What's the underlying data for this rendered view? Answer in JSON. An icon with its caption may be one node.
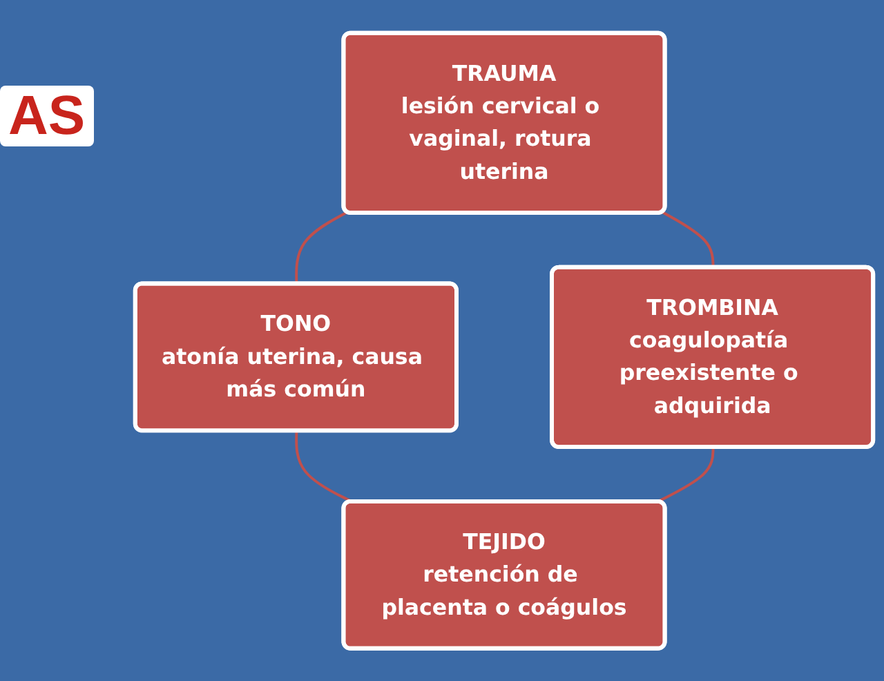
{
  "diagram": {
    "nodes": [
      {
        "text": [
          "TRAUMA",
          "lesión cervical o vaginal, rotura uterina"
        ]
      },
      {
        "text": [
          "TONO",
          "atonía uterina, causa más común"
        ]
      },
      {
        "text": [
          "TEJIDO",
          "retención de placenta o coágulos"
        ]
      },
      {
        "text": [
          "TROMBINA",
          "coagulopatía preexistente o adquirida"
        ]
      }
    ],
    "edges": [
      {
        "from": 0,
        "to": 3,
        "arrow": "none"
      },
      {
        "from": 0,
        "to": 1,
        "arrow": "none"
      },
      {
        "from": 1,
        "to": 2,
        "arrow": "none"
      },
      {
        "from": 3,
        "to": 2,
        "arrow": "none"
      }
    ],
    "labels": [
      "AS"
    ]
  }
}
